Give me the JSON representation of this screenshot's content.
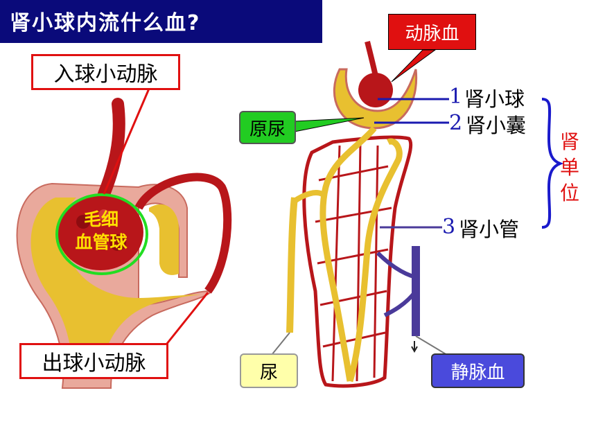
{
  "title": "肾小球内流什么血?",
  "labels": {
    "afferent": "入球小动脉",
    "efferent": "出球小动脉",
    "capillary_line1": "毛细",
    "capillary_line2": "血管球",
    "arterial_blood": "动脉血",
    "primary_urine": "原尿",
    "urine": "尿",
    "venous_blood": "静脉血"
  },
  "parts": [
    {
      "num": "1",
      "name": "肾小球"
    },
    {
      "num": "2",
      "name": "肾小囊"
    },
    {
      "num": "3",
      "name": "肾小管"
    }
  ],
  "nephron_unit": [
    "肾",
    "单",
    "位"
  ],
  "colors": {
    "title_bg": "#0a0a7a",
    "arterial_box": "#e01010",
    "primary_urine_box": "#22cc22",
    "urine_box": "#ffffaa",
    "venous_box": "#4a4adc",
    "bracket": "#1a1acc",
    "nephron_text": "#e01010",
    "tubule": "#e8c030",
    "vessel": "#b8161a",
    "vein": "#4a3a9a"
  }
}
